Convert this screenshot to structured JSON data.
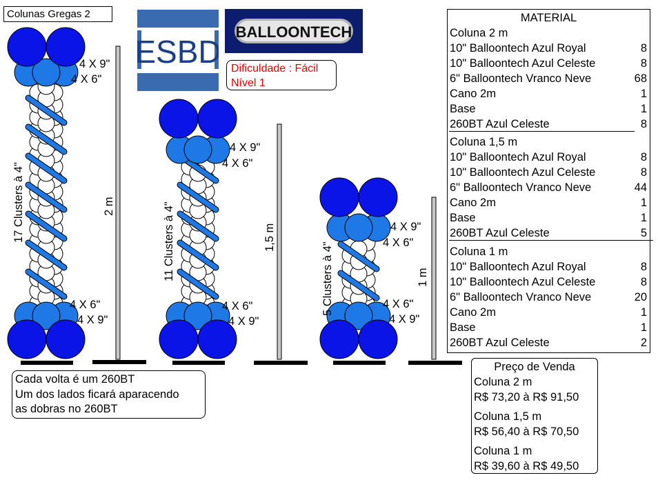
{
  "title": "Colunas Gregas 2",
  "logos": {
    "esbd": "ESBD",
    "balloontech": "BALLOONTECH"
  },
  "difficulty": {
    "line1": "Dificuldade : Fácil",
    "line2": "Nível 1"
  },
  "colors": {
    "royal_blue": "#0a14e6",
    "celeste_blue": "#1e78e6",
    "white_balloon": "#ffffff",
    "pole_gray": "#c8c8c8",
    "difficulty_red": "#e00000"
  },
  "columns": [
    {
      "height_label": "2 m",
      "clusters_label": "17 Clusters à 4\"",
      "top_label_1": "4 X 9\"",
      "top_label_2": "4 X 6\"",
      "bottom_label_1": "4 X 6\"",
      "bottom_label_2": "4 X 9\""
    },
    {
      "height_label": "1,5 m",
      "clusters_label": "11 Clusters à 4\"",
      "top_label_1": "4 X 9\"",
      "top_label_2": "4 X 6\"",
      "bottom_label_1": "4 X 6\"",
      "bottom_label_2": "4 X 9\""
    },
    {
      "height_label": "1 m",
      "clusters_label": "5 Clusters à 4\"",
      "top_label_1": "4 X 9\"",
      "top_label_2": "4 X 6\"",
      "bottom_label_1": "4 X 6\"",
      "bottom_label_2": "4 X 9\""
    }
  ],
  "material": {
    "header": "MATERIAL",
    "sections": [
      {
        "title": "Coluna 2 m",
        "items": [
          {
            "name": "10\" Balloontech Azul Royal",
            "qty": "8"
          },
          {
            "name": "10\" Balloontech Azul Celeste",
            "qty": "8"
          },
          {
            "name": "6\" Balloontech Vranco Neve",
            "qty": "68"
          },
          {
            "name": "Cano 2m",
            "qty": "1"
          },
          {
            "name": "Base",
            "qty": "1"
          },
          {
            "name": "260BT Azul Celeste",
            "qty": "8"
          }
        ]
      },
      {
        "title": "Coluna 1,5 m",
        "items": [
          {
            "name": "10\" Balloontech Azul Royal",
            "qty": "8"
          },
          {
            "name": "10\" Balloontech Azul Celeste",
            "qty": "8"
          },
          {
            "name": "6\" Balloontech Vranco Neve",
            "qty": "44"
          },
          {
            "name": "Cano 2m",
            "qty": "1"
          },
          {
            "name": "Base",
            "qty": "1"
          },
          {
            "name": "260BT Azul Celeste",
            "qty": "5"
          }
        ]
      },
      {
        "title": "Coluna 1 m",
        "items": [
          {
            "name": "10\" Balloontech Azul Royal",
            "qty": "8"
          },
          {
            "name": "10\" Balloontech Azul Celeste",
            "qty": "8"
          },
          {
            "name": "6\" Balloontech Vranco Neve",
            "qty": "20"
          },
          {
            "name": "Cano 2m",
            "qty": "1"
          },
          {
            "name": "Base",
            "qty": "1"
          },
          {
            "name": "260BT Azul Celeste",
            "qty": "2"
          }
        ]
      }
    ]
  },
  "note": {
    "line1": "Cada volta é um 260BT",
    "line2": "Um dos lados ficará aparacendo",
    "line3": "as dobras no 260BT"
  },
  "price": {
    "header": "Preço de Venda",
    "entries": [
      {
        "label": "Coluna 2 m",
        "range": "R$ 73,20 à R$ 91,50"
      },
      {
        "label": "Coluna 1,5 m",
        "range": "R$ 56,40 à R$ 70,50"
      },
      {
        "label": "Coluna 1 m",
        "range": "R$ 39,60 à R$ 49,50"
      }
    ]
  }
}
